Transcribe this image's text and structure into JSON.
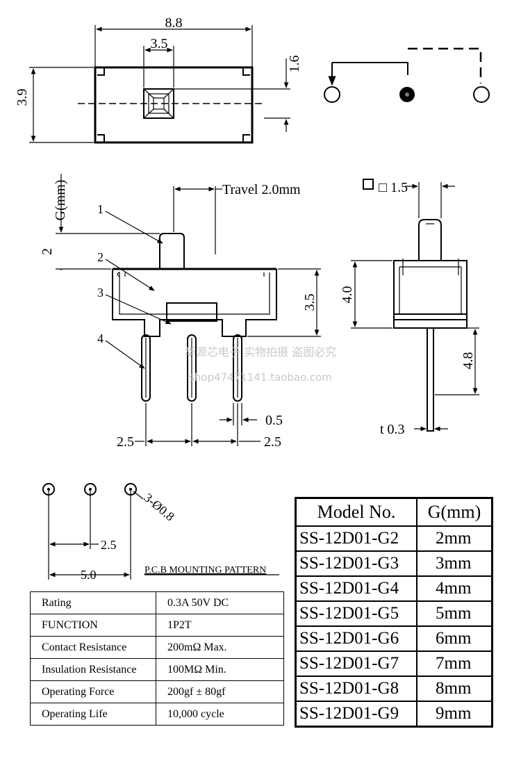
{
  "top_view": {
    "dim_width": "8.8",
    "dim_inner": "3.5",
    "dim_height": "3.9",
    "dim_actuator": "1.6"
  },
  "front_view": {
    "g_label": "G(mm)",
    "travel": "Travel 2.0mm",
    "dim_g": "2",
    "dim_height": "3.5",
    "callout_1": "1",
    "callout_2": "2",
    "callout_3": "3",
    "callout_4": "4",
    "dim_pin": "0.5",
    "pitch_left": "2.5",
    "pitch_right": "2.5"
  },
  "side_view": {
    "dim_top": "□ 1.5",
    "dim_body": "4.0",
    "dim_pin": "4.8",
    "thickness": "t 0.3"
  },
  "pcb": {
    "hole": "3-Ø0.8",
    "pitch": "2.5",
    "span": "5.0",
    "title": "P.C.B MOUNTING PATTERN"
  },
  "watermark": {
    "line1": "华源芯电子 实物拍摄 盗图必究",
    "line2": "shop47471141.taobao.com"
  },
  "specs": {
    "rows": [
      {
        "key": "Rating",
        "value": "0.3A 50V DC"
      },
      {
        "key": "FUNCTION",
        "value": "1P2T"
      },
      {
        "key": "Contact Resistance",
        "value": "200mΩ Max."
      },
      {
        "key": "Insulation Resistance",
        "value": "100MΩ Min."
      },
      {
        "key": "Operating Force",
        "value": "200gf ± 80gf"
      },
      {
        "key": "Operating Life",
        "value": "10,000 cycle"
      }
    ]
  },
  "models": {
    "header_model": "Model No.",
    "header_g": "G(mm)",
    "rows": [
      {
        "model": "SS-12D01-G2",
        "g": "2mm"
      },
      {
        "model": "SS-12D01-G3",
        "g": "3mm"
      },
      {
        "model": "SS-12D01-G4",
        "g": "4mm"
      },
      {
        "model": "SS-12D01-G5",
        "g": "5mm"
      },
      {
        "model": "SS-12D01-G6",
        "g": "6mm"
      },
      {
        "model": "SS-12D01-G7",
        "g": "7mm"
      },
      {
        "model": "SS-12D01-G8",
        "g": "8mm"
      },
      {
        "model": "SS-12D01-G9",
        "g": "9mm"
      }
    ]
  }
}
